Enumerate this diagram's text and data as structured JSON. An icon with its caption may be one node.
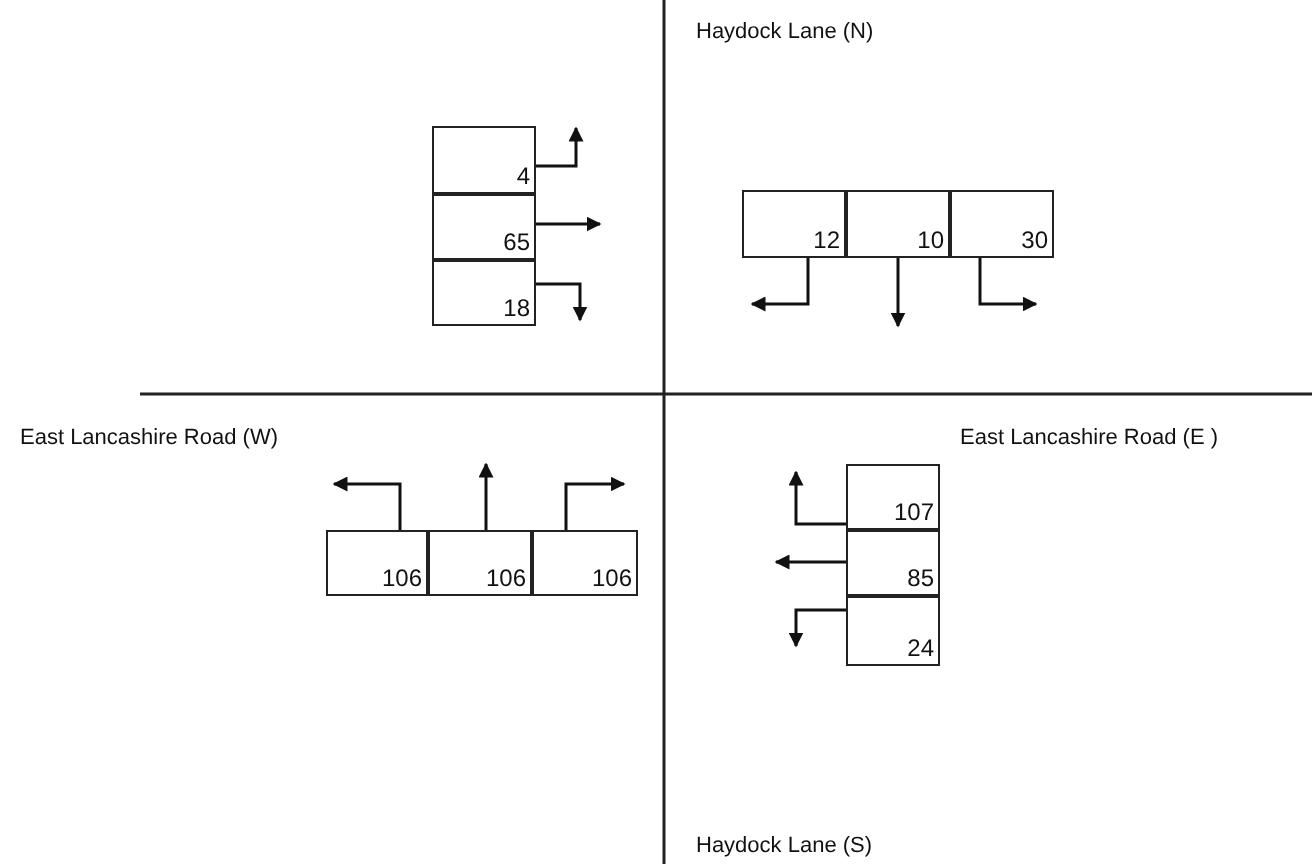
{
  "diagram": {
    "nodes": [
      {
        "text": [
          "4"
        ]
      },
      {
        "text": [
          "65"
        ]
      },
      {
        "text": [
          "18"
        ]
      },
      {
        "text": [
          "12"
        ]
      },
      {
        "text": [
          "10"
        ]
      },
      {
        "text": [
          "30"
        ]
      },
      {
        "text": [
          "106"
        ]
      },
      {
        "text": [
          "106"
        ]
      },
      {
        "text": [
          "106"
        ]
      },
      {
        "text": [
          "107"
        ]
      },
      {
        "text": [
          "85"
        ]
      },
      {
        "text": [
          "24"
        ]
      }
    ],
    "edges": [
      {
        "from": 0,
        "to": null,
        "arrow": "to"
      },
      {
        "from": 1,
        "to": null,
        "arrow": "to"
      },
      {
        "from": 2,
        "to": null,
        "arrow": "to"
      },
      {
        "from": 3,
        "to": null,
        "arrow": "to"
      },
      {
        "from": 4,
        "to": null,
        "arrow": "to"
      },
      {
        "from": 5,
        "to": null,
        "arrow": "to"
      },
      {
        "from": 6,
        "to": null,
        "arrow": "to"
      },
      {
        "from": 7,
        "to": null,
        "arrow": "to"
      },
      {
        "from": 8,
        "to": null,
        "arrow": "to"
      },
      {
        "from": 9,
        "to": null,
        "arrow": "to"
      },
      {
        "from": 10,
        "to": null,
        "arrow": "to"
      },
      {
        "from": 11,
        "to": null,
        "arrow": "to"
      }
    ],
    "labels": [
      "Haydock Lane (N)",
      "East Lancashire Road (W)",
      "East Lancashire Road (E )",
      "Haydock Lane (S)"
    ]
  }
}
